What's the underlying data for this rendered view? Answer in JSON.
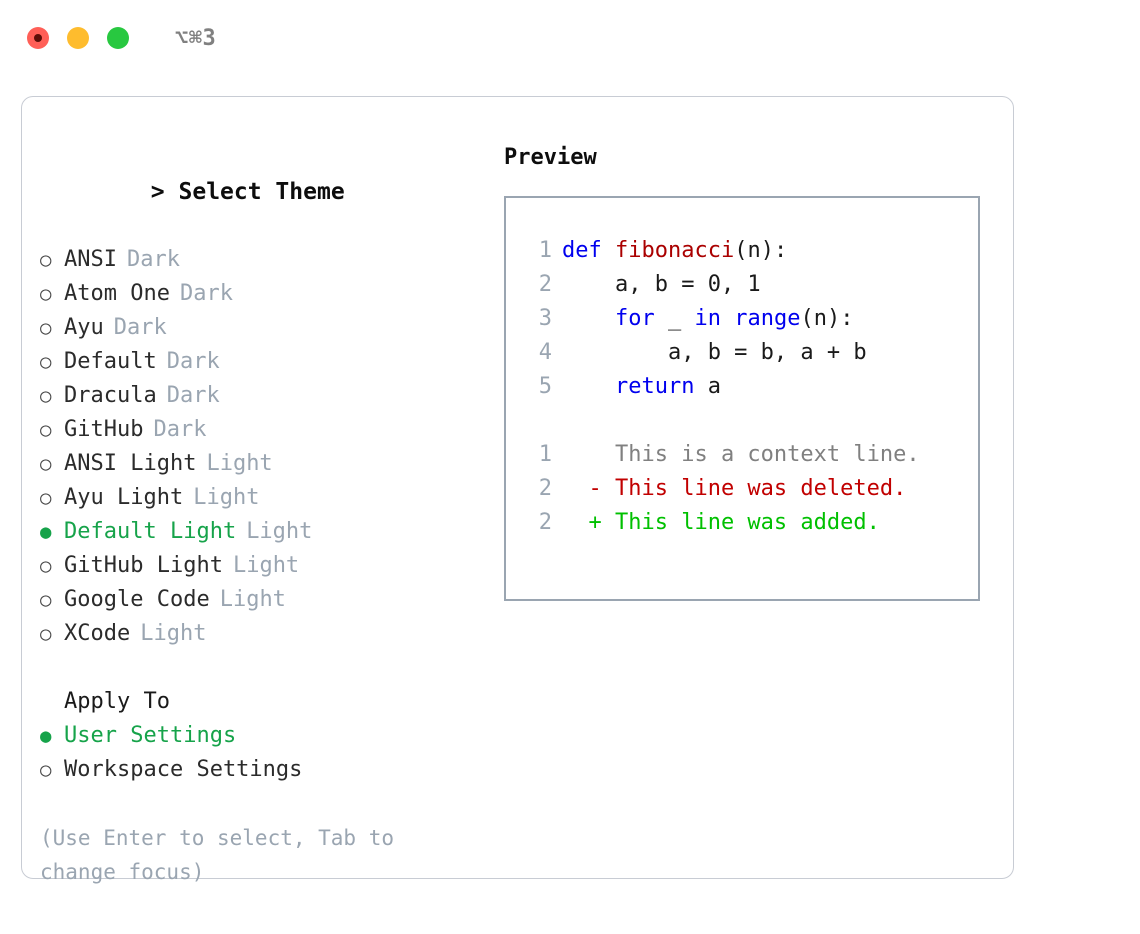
{
  "titlebar": {
    "shortcut": "⌥⌘3",
    "buttons": [
      "close",
      "minimize",
      "maximize"
    ]
  },
  "left_panel": {
    "prompt_marker": ">",
    "heading": "Select Theme",
    "bullet_unselected": "○",
    "bullet_selected": "●",
    "themes": [
      {
        "name": "ANSI",
        "badge": "Dark",
        "selected": false
      },
      {
        "name": "Atom One",
        "badge": "Dark",
        "selected": false
      },
      {
        "name": "Ayu",
        "badge": "Dark",
        "selected": false
      },
      {
        "name": "Default",
        "badge": "Dark",
        "selected": false
      },
      {
        "name": "Dracula",
        "badge": "Dark",
        "selected": false
      },
      {
        "name": "GitHub",
        "badge": "Dark",
        "selected": false
      },
      {
        "name": "ANSI Light",
        "badge": "Light",
        "selected": false
      },
      {
        "name": "Ayu Light",
        "badge": "Light",
        "selected": false
      },
      {
        "name": "Default Light",
        "badge": "Light",
        "selected": true
      },
      {
        "name": "GitHub Light",
        "badge": "Light",
        "selected": false
      },
      {
        "name": "Google Code",
        "badge": "Light",
        "selected": false
      },
      {
        "name": "XCode",
        "badge": "Light",
        "selected": false
      }
    ],
    "apply_to": {
      "heading": "Apply To",
      "options": [
        {
          "name": "User Settings",
          "selected": true
        },
        {
          "name": "Workspace Settings",
          "selected": false
        }
      ]
    },
    "hint": "(Use Enter to select, Tab to change focus)"
  },
  "preview": {
    "title": "Preview",
    "code_lines": [
      {
        "number": "1",
        "tokens": [
          {
            "text": "def ",
            "cls": "kw"
          },
          {
            "text": "fibonacci",
            "cls": "fn"
          },
          {
            "text": "(n):",
            "cls": "pl"
          }
        ]
      },
      {
        "number": "2",
        "tokens": [
          {
            "text": "    a, b = 0, 1",
            "cls": "pl"
          }
        ]
      },
      {
        "number": "3",
        "tokens": [
          {
            "text": "    ",
            "cls": "pl"
          },
          {
            "text": "for",
            "cls": "kw"
          },
          {
            "text": " _ ",
            "cls": "pl"
          },
          {
            "text": "in",
            "cls": "kw"
          },
          {
            "text": " ",
            "cls": "pl"
          },
          {
            "text": "range",
            "cls": "kw"
          },
          {
            "text": "(n):",
            "cls": "pl"
          }
        ]
      },
      {
        "number": "4",
        "tokens": [
          {
            "text": "        a, b = b, a + b",
            "cls": "pl"
          }
        ]
      },
      {
        "number": "5",
        "tokens": [
          {
            "text": "    ",
            "cls": "pl"
          },
          {
            "text": "return",
            "cls": "kw"
          },
          {
            "text": " a",
            "cls": "pl"
          }
        ]
      }
    ],
    "diff_lines": [
      {
        "number": "1",
        "marker": " ",
        "text": "This is a context line.",
        "kind": "context"
      },
      {
        "number": "2",
        "marker": "-",
        "text": "This line was deleted.",
        "kind": "deleted"
      },
      {
        "number": "2",
        "marker": "+",
        "text": "This line was added.",
        "kind": "added"
      }
    ]
  },
  "colors": {
    "accent_green": "#16a34a",
    "muted": "#9aa5b1",
    "keyword_blue": "#0000ee",
    "function_red": "#aa0000",
    "diff_deleted": "#c10000",
    "diff_added": "#00c000",
    "panel_border": "#c8ccd4",
    "preview_border": "#9aa5b1"
  }
}
